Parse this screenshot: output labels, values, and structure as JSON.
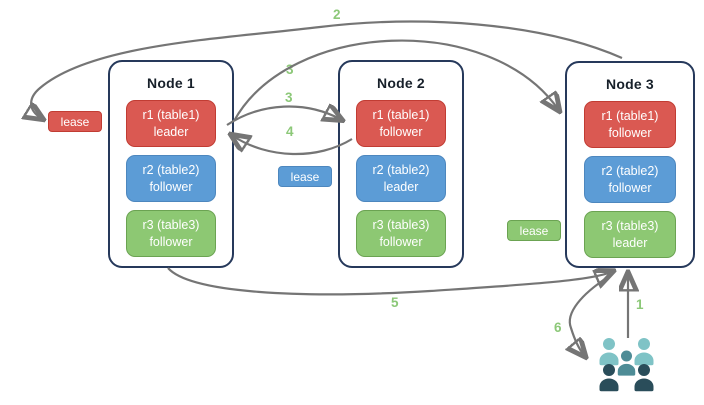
{
  "diagram": {
    "nodes": [
      {
        "title": "Node 1",
        "replicas": [
          {
            "label": "r1 (table1)",
            "role": "leader",
            "color": "red"
          },
          {
            "label": "r2 (table2)",
            "role": "follower",
            "color": "blue"
          },
          {
            "label": "r3 (table3)",
            "role": "follower",
            "color": "green"
          }
        ]
      },
      {
        "title": "Node 2",
        "replicas": [
          {
            "label": "r1 (table1)",
            "role": "follower",
            "color": "red"
          },
          {
            "label": "r2 (table2)",
            "role": "leader",
            "color": "blue"
          },
          {
            "label": "r3 (table3)",
            "role": "follower",
            "color": "green"
          }
        ]
      },
      {
        "title": "Node 3",
        "replicas": [
          {
            "label": "r1 (table1)",
            "role": "follower",
            "color": "red"
          },
          {
            "label": "r2 (table2)",
            "role": "follower",
            "color": "blue"
          },
          {
            "label": "r3 (table3)",
            "role": "leader",
            "color": "green"
          }
        ]
      }
    ],
    "leases": [
      {
        "label": "lease",
        "color": "red"
      },
      {
        "label": "lease",
        "color": "blue"
      },
      {
        "label": "lease",
        "color": "green"
      }
    ],
    "steps": {
      "s1": "1",
      "s2": "2",
      "s3a": "3",
      "s3b": "3",
      "s4": "4",
      "s5": "5",
      "s6": "6"
    },
    "icons": {
      "users": "users-group-icon"
    },
    "colors": {
      "red_fill": "#DA5952",
      "red_border": "#C13C33",
      "blue_fill": "#5C9CD6",
      "blue_border": "#4D87BE",
      "green_fill": "#8DC873",
      "green_border": "#6BA352",
      "arrow": "#757575",
      "node_border": "#26395B",
      "step_label": "#8CC878",
      "users_light": "#7FC3C6",
      "users_medium": "#4E8C96",
      "users_dark": "#2A4D5A"
    }
  }
}
